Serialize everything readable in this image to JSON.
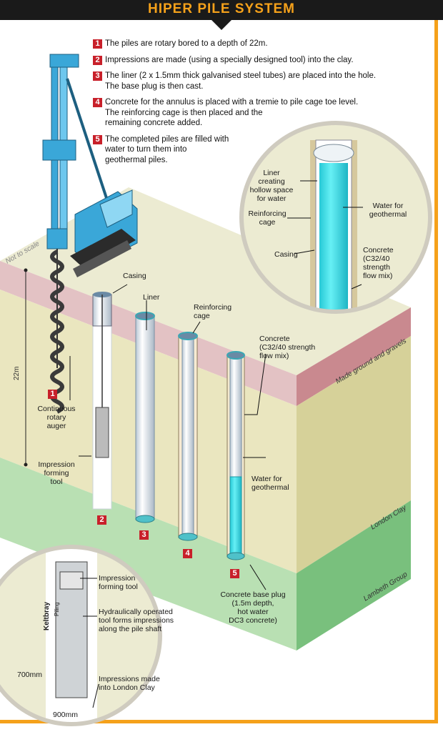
{
  "title": "HIPER PILE SYSTEM",
  "colors": {
    "accent": "#f5a11a",
    "step_red": "#c8202a",
    "water": "#3fe0ea",
    "made_ground": "#d7a9ad",
    "london_clay": "#e6e2b4",
    "lambeth": "#86c98a",
    "rig": "#3aa7d8"
  },
  "steps": [
    {
      "n": "1",
      "text": "The piles are rotary bored to a depth of 22m."
    },
    {
      "n": "2",
      "text": "Impressions are made (using a specially designed tool) into the clay."
    },
    {
      "n": "3",
      "text": "The liner (2 x 1.5mm thick galvanised steel tubes) are placed into the hole.\nThe base plug is then cast."
    },
    {
      "n": "4",
      "text": "Concrete for the annulus is placed with a tremie to pile cage toe level.\nThe reinforcing cage is then placed and the\nremaining concrete added."
    },
    {
      "n": "5",
      "text": "The completed piles are filled with\nwater to turn them into\ngeothermal piles."
    }
  ],
  "annotations": {
    "not_to_scale": "Not to scale",
    "depth": "22m",
    "casing": "Casing",
    "liner": "Liner",
    "reinforcing_cage": "Reinforcing\ncage",
    "concrete": "Concrete\n(C32/40 strength\nflow mix)",
    "water": "Water for\ngeothermal",
    "auger": "Continuous\nrotary\nauger",
    "impression_tool": "Impression\nforming\ntool",
    "base_plug": "Concrete base plug\n(1.5m depth,\nhot water\nDC3 concrete)"
  },
  "layers": [
    "Made ground and gravels",
    "London Clay",
    "Lambeth Group"
  ],
  "pile_numbers": [
    "1",
    "2",
    "3",
    "4",
    "5"
  ],
  "top_detail": {
    "liner": "Liner\ncreating\nhollow space\nfor water",
    "reinforcing_cage": "Reinforcing\ncage",
    "casing": "Casing",
    "water": "Water for\ngeothermal",
    "concrete": "Concrete\n(C32/40\nstrength\nflow mix)"
  },
  "bottom_detail": {
    "tool": "Impression\nforming tool",
    "hydraulic": "Hydraulically operated\ntool forms impressions\nalong the pile shaft",
    "impressions": "Impressions made\ninto London Clay",
    "spacing": "700mm",
    "width": "900mm",
    "brand": "Keltbray",
    "brand_sub": "Piling"
  }
}
